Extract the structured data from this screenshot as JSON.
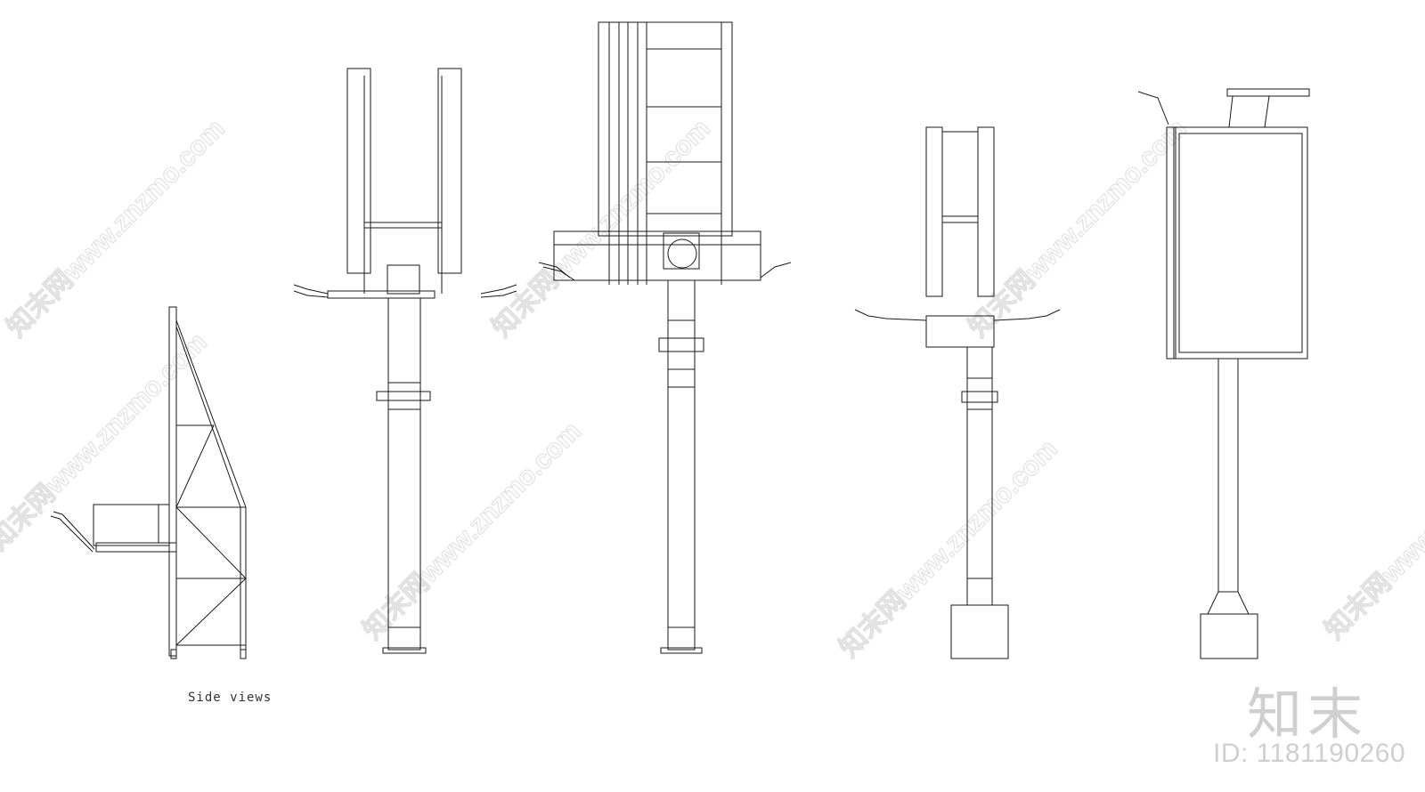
{
  "caption": "Side views",
  "logo_text": "知末",
  "id_text": "ID: 1181190260",
  "watermark_text": "知末网www.znzmo.com",
  "colors": {
    "line": "#1a1a1a",
    "watermark": "#e2e2e2",
    "logo": "#cfcfcf"
  }
}
